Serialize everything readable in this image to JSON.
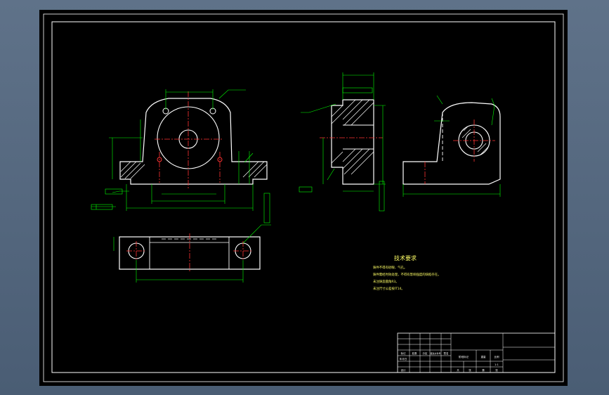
{
  "colors": {
    "viewport_bg": "#5a6c82",
    "paper": "#000000",
    "outline": "#ffffff",
    "dimension": "#00ff00",
    "centerline": "#ff3333",
    "hatch": "#ffffff",
    "text": "#ffff66",
    "leader": "#00ffff"
  },
  "tech_req": {
    "title": "技术要求",
    "lines": [
      "铸件不得有砂眼、气孔。",
      "铸件需经时效处理，不得有影响强度的缺陷存在。",
      "未注铸造圆角R3。",
      "未注尺寸公差按IT14。"
    ]
  },
  "title_block": {
    "row_labels": [
      "标记",
      "处数",
      "分区",
      "更改文件号",
      "签名",
      "年月日"
    ],
    "design_label": "设计",
    "stage_label": "阶段标记",
    "weight_label": "重量",
    "scale_label": "比例",
    "scale_value": "1:1",
    "sheet_labels": [
      "共",
      "张",
      "第",
      "张"
    ]
  }
}
